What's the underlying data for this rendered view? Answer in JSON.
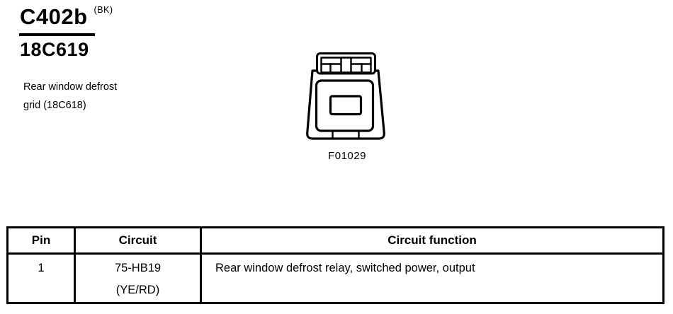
{
  "header": {
    "connector_id": "C402b",
    "connector_suffix": "(BK)",
    "part_number": "18C619",
    "description": "Rear window defrost grid (18C618)"
  },
  "figure": {
    "label": "F01029"
  },
  "table": {
    "headers": [
      "Pin",
      "Circuit",
      "Circuit function"
    ],
    "rows": [
      {
        "pin": "1",
        "circuit": [
          "75-HB19",
          "(YE/RD)"
        ],
        "function": "Rear window defrost relay, switched power, output"
      }
    ]
  },
  "colors": {
    "ink": "#000000",
    "background": "#ffffff"
  }
}
